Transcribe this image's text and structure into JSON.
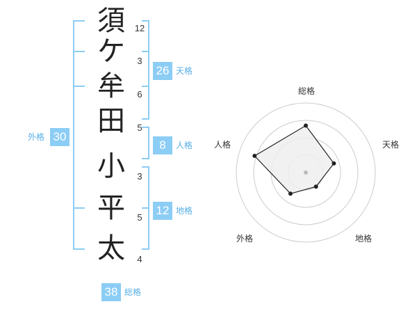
{
  "name": {
    "chars": [
      "須",
      "ケ",
      "牟",
      "田",
      "小",
      "平",
      "太"
    ],
    "strokes": [
      "12",
      "3",
      "6",
      "5",
      "3",
      "5",
      "4"
    ]
  },
  "scores": {
    "tenkaku": {
      "value": "26",
      "label": "天格"
    },
    "jinkaku": {
      "value": "8",
      "label": "人格"
    },
    "chikaku": {
      "value": "12",
      "label": "地格"
    },
    "gaikaku": {
      "value": "30",
      "label": "外格"
    },
    "soukaku": {
      "value": "38",
      "label": "総格"
    }
  },
  "radar": {
    "axes": [
      "総格",
      "天格",
      "地格",
      "外格",
      "人格"
    ],
    "levels": 4,
    "values": [
      2.7,
      1.7,
      1.0,
      1.5,
      3.1
    ],
    "colors": {
      "fill": "#eeeeee",
      "stroke": "#222222",
      "ring": "#cccccc",
      "point": "#222222",
      "center": "#bbbbbb"
    }
  },
  "colors": {
    "bracket": "#8ccdf5",
    "box": "#8ccdf5",
    "label": "#59b0e6"
  }
}
